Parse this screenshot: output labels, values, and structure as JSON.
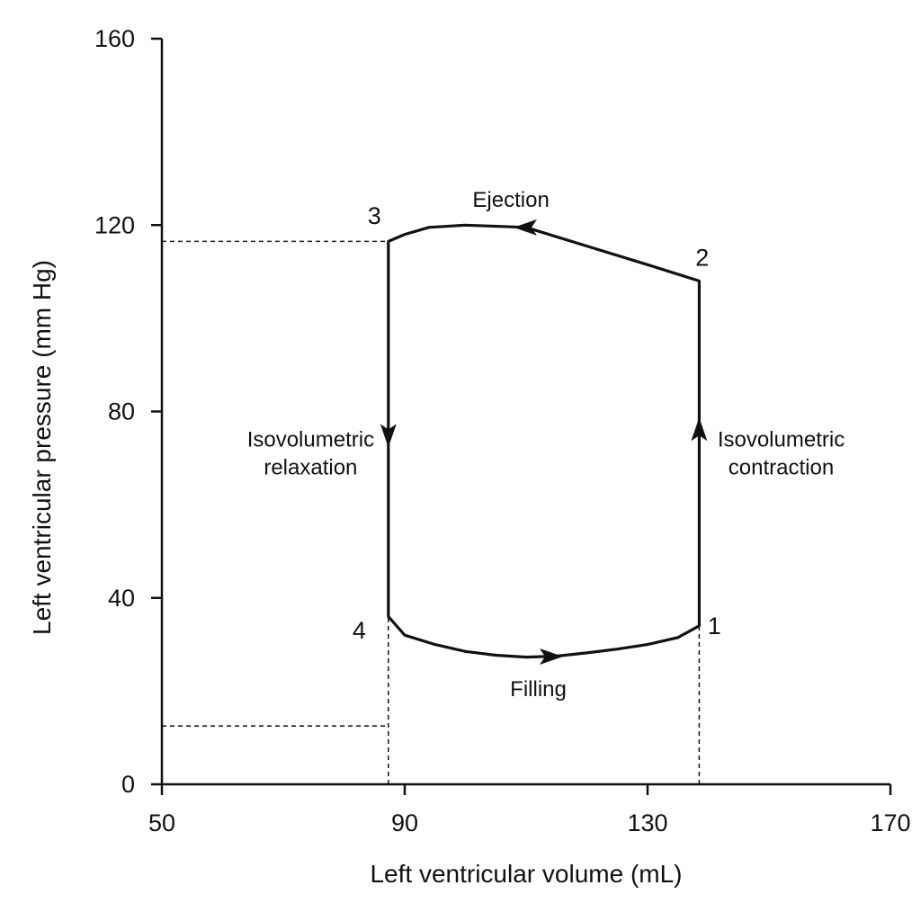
{
  "chart_data": {
    "type": "line",
    "title": "",
    "xlabel": "Left ventricular volume (mL)",
    "ylabel": "Left ventricular pressure (mm Hg)",
    "xlim": [
      50,
      170
    ],
    "ylim": [
      0,
      160
    ],
    "xticks": [
      50,
      90,
      130,
      170
    ],
    "yticks": [
      0,
      40,
      80,
      120,
      160
    ],
    "grid": false,
    "colors": {
      "loop": "#111111",
      "axis": "#111111",
      "guide": "#222222"
    },
    "series": [
      {
        "points": [
          [
            138.5,
            34
          ],
          [
            138.5,
            108
          ],
          [
            130,
            111.5
          ],
          [
            120,
            115.5
          ],
          [
            110,
            119.5
          ],
          [
            100,
            120
          ],
          [
            94,
            119.5
          ],
          [
            90,
            118
          ],
          [
            87.3,
            116.5
          ],
          [
            87.3,
            36
          ],
          [
            90,
            32
          ],
          [
            95,
            30
          ],
          [
            100,
            28.5
          ],
          [
            105,
            27.7
          ],
          [
            110,
            27.3
          ],
          [
            115,
            27.5
          ],
          [
            120,
            28.2
          ],
          [
            125,
            29
          ],
          [
            130,
            30
          ],
          [
            135,
            31.5
          ],
          [
            138.5,
            34
          ]
        ]
      }
    ],
    "arrows": [
      {
        "x": 138.5,
        "y": 76,
        "direction": "up"
      },
      {
        "x": 110,
        "y": 119.5,
        "direction": "left"
      },
      {
        "x": 87.3,
        "y": 75,
        "direction": "down"
      },
      {
        "x": 114,
        "y": 27.4,
        "direction": "right"
      }
    ],
    "points": [
      {
        "label": "1",
        "x": 138.5,
        "y": 34,
        "text_x": 141,
        "text_y": 34
      },
      {
        "label": "2",
        "x": 138.5,
        "y": 108,
        "text_x": 139,
        "text_y": 113
      },
      {
        "label": "3",
        "x": 87.3,
        "y": 116.5,
        "text_x": 85,
        "text_y": 122
      },
      {
        "label": "4",
        "x": 87.3,
        "y": 36,
        "text_x": 82.5,
        "text_y": 33
      }
    ],
    "guides": [
      {
        "from": [
          50,
          116.5
        ],
        "to": [
          87.3,
          116.5
        ]
      },
      {
        "from": [
          50,
          12.5
        ],
        "to": [
          87.3,
          12.5
        ]
      },
      {
        "from": [
          87.3,
          0
        ],
        "to": [
          87.3,
          36
        ]
      },
      {
        "from": [
          138.5,
          0
        ],
        "to": [
          138.5,
          34
        ]
      }
    ],
    "annotations": [
      {
        "text": "Ejection",
        "x": 107.5,
        "y": 125.5
      },
      {
        "text": "Isovolumetric",
        "x": 74.5,
        "y": 74
      },
      {
        "text": "relaxation",
        "x": 74.5,
        "y": 68
      },
      {
        "text": "Isovolumetric",
        "x": 152,
        "y": 74
      },
      {
        "text": "contraction",
        "x": 152,
        "y": 68
      },
      {
        "text": "Filling",
        "x": 112,
        "y": 20.5
      }
    ]
  }
}
